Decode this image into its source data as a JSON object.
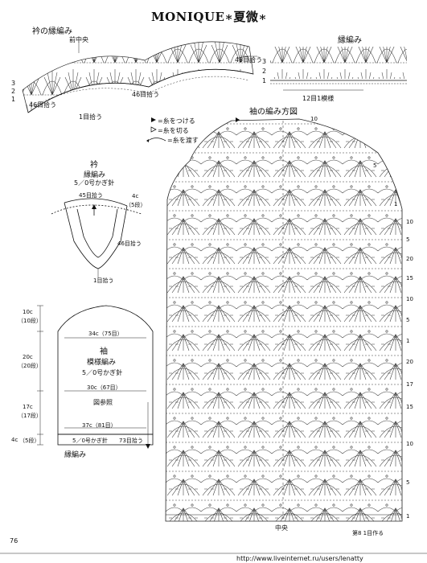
{
  "page": {
    "title": "MONIQUE∗夏微∗",
    "page_number": "76",
    "footer_url": "http://www.liveinternet.ru/users/lenatty"
  },
  "collar_edging": {
    "title": "衿の縁編み",
    "center_label": "前中央",
    "right_count": "45目拾う",
    "left_count": "46目拾う",
    "mid_count": "46目拾う",
    "repeat": "1目拾う",
    "row3": "3",
    "row2": "2",
    "row1": "1"
  },
  "hem_edging": {
    "title": "縁編み",
    "repeat": "12目1模様",
    "row3": "3",
    "row2": "2",
    "row1": "1"
  },
  "legend": {
    "attach": "=糸をつける",
    "cut": "=糸を切る",
    "rejoin": "=糸を渡す"
  },
  "sleeve_chart": {
    "title": "袖の編み方図",
    "center": "中央",
    "repeat": "第8 1目作る",
    "row_labels_left": [
      "10",
      "5",
      "1"
    ],
    "row_labels_right": [
      "10",
      "5",
      "20",
      "15",
      "10",
      "5",
      "1",
      "20",
      "17",
      "15",
      "10",
      "5",
      "1"
    ]
  },
  "collar_schematic": {
    "title": "衿",
    "subtitle": "縁編み",
    "needle": "5／0号かぎ針",
    "pick_45": "45目拾う",
    "pick_46": "46目拾う",
    "pick_1": "1目拾う",
    "height": "4c",
    "height_rows": "（5段）"
  },
  "sleeve_schematic": {
    "title": "袖",
    "pattern": "模様編み",
    "needle": "5／0号かぎ針",
    "see_chart": "図参照",
    "top_width": "34c（75目）",
    "mid_width": "30c（67目）",
    "bottom_width": "37c（81目）",
    "edge_needle": "5／0号かぎ針",
    "edge_pick": "73目拾う",
    "edge_label": "縁編み",
    "h1": "10c",
    "h1_rows": "（10段）",
    "h2": "20c",
    "h2_rows": "（20段）",
    "h3": "17c",
    "h3_rows": "（17段）",
    "h4": "4c",
    "h4_rows": "（5段）"
  }
}
